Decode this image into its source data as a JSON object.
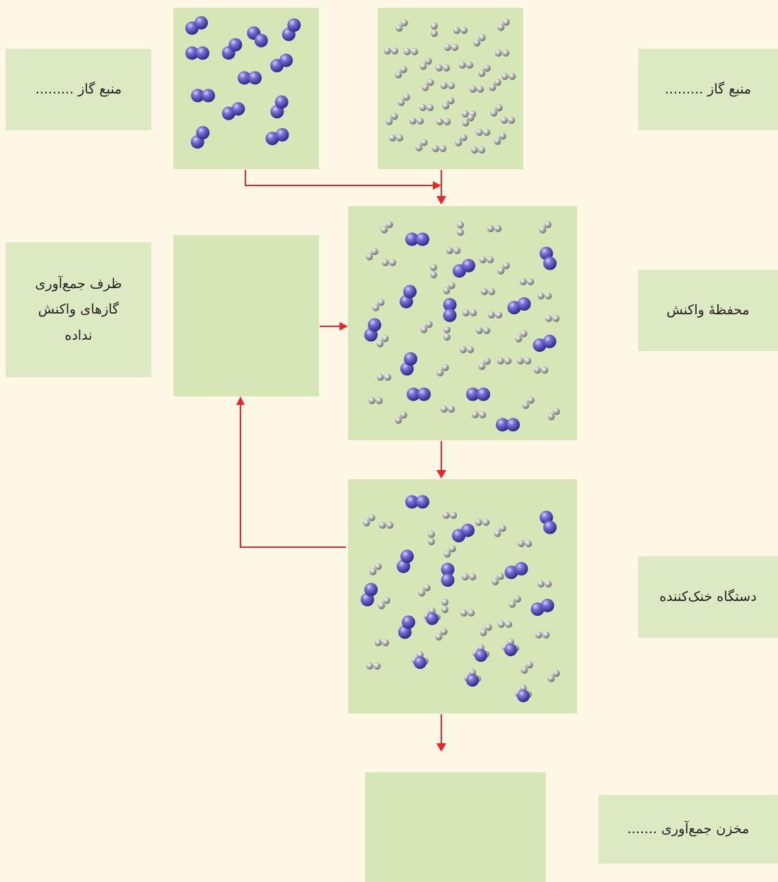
{
  "labels": {
    "gas_source_left": "منبع گاز .........",
    "gas_source_right": "منبع گاز .........",
    "collector_unreacted": "ظرف جمع‌آوری\nگازهای واکنش\nنداده",
    "reaction_chamber": "محفظهٔ واکنش",
    "cooling_device": "دستگاه خنک‌کننده",
    "collection_tank": "مخزن جمع‌آوری ......."
  },
  "colors": {
    "background": "#fdf7e6",
    "box_fill": "#d6e6b6",
    "label_fill": "#dde9c3",
    "arrow": "#e8262b",
    "large_molecule": "#5a50b8",
    "small_molecule": "#a9a9a9"
  },
  "molecule_types": [
    "large-blue-diatomic",
    "small-gray-diatomic",
    "blue-gray-compound"
  ]
}
